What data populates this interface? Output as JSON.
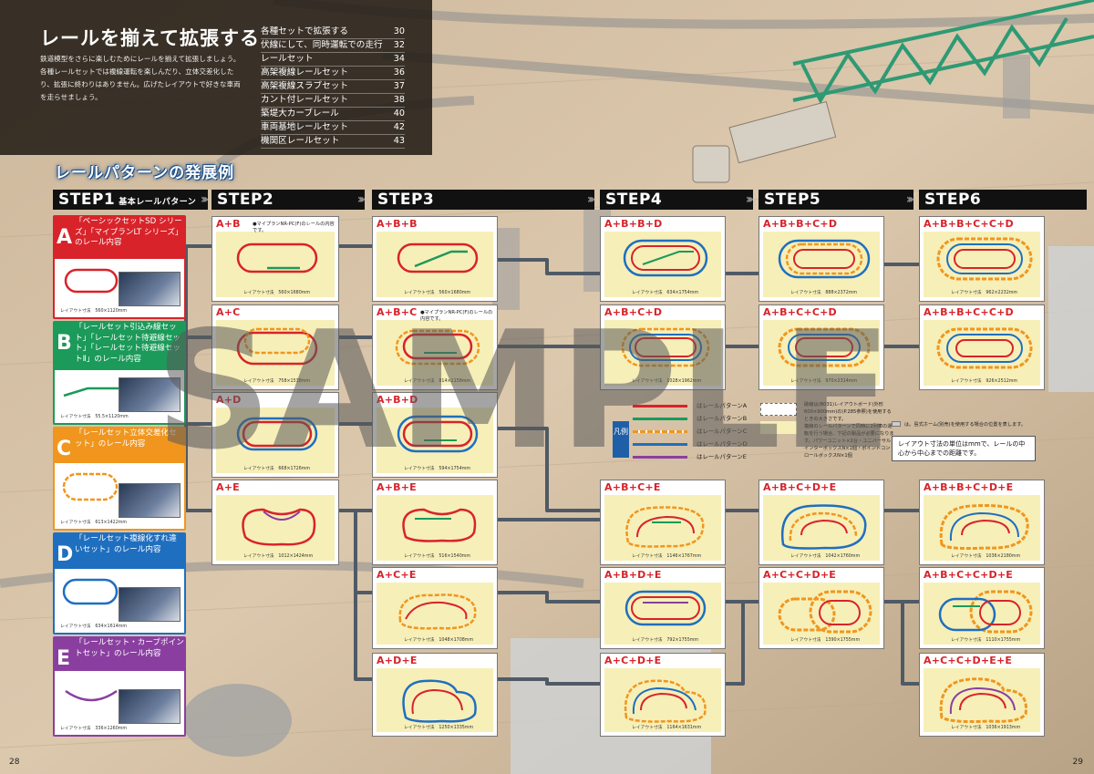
{
  "intro": {
    "title": "レールを揃えて拡張する",
    "text": "鉄道模型をさらに楽しむためにレールを揃えて拡張しましょう。各種レールセットでは複線運転を楽しんだり、立体交差化したり、拡張に終わりはありません。広げたレイアウトで好きな車両を走らせましょう。"
  },
  "toc": [
    {
      "label": "各種セットで拡張する",
      "page": "30"
    },
    {
      "label": "伏線にして、同時運転での走行",
      "page": "32"
    },
    {
      "label": "レールセット",
      "page": "34"
    },
    {
      "label": "高架複線レールセット",
      "page": "36"
    },
    {
      "label": "高架複線スラブセット",
      "page": "37"
    },
    {
      "label": "カント付レールセット",
      "page": "38"
    },
    {
      "label": "築堤大カーブレール",
      "page": "40"
    },
    {
      "label": "車両基地レールセット",
      "page": "42"
    },
    {
      "label": "機関区レールセット",
      "page": "43"
    }
  ],
  "pattern_title": "レールパターンの発展例",
  "steps": [
    {
      "label": "STEP1",
      "sub": "基本レールパターン"
    },
    {
      "label": "STEP2",
      "sub": ""
    },
    {
      "label": "STEP3",
      "sub": ""
    },
    {
      "label": "STEP4",
      "sub": ""
    },
    {
      "label": "STEP5",
      "sub": ""
    },
    {
      "label": "STEP6",
      "sub": ""
    }
  ],
  "bases": [
    {
      "letter": "A",
      "desc": "「ベーシックセットSD シリーズ」「マイプランLT シリーズ」のレール内容",
      "size": "レイアウト寸法　560×1120mm",
      "color": "#d8232a"
    },
    {
      "letter": "B",
      "desc": "「レールセット引込み線セット」「レールセット待避線セット」「レールセット待避線セットⅡ」のレール内容",
      "size": "レイアウト寸法　55.5×1120mm",
      "color": "#1b9a5a"
    },
    {
      "letter": "C",
      "desc": "「レールセット立体交差化セット」のレール内容",
      "size": "レイアウト寸法　613×1422mm",
      "color": "#f0961e"
    },
    {
      "letter": "D",
      "desc": "「レールセット複線化すれ違いセット」のレール内容",
      "size": "レイアウト寸法　634×1614mm",
      "color": "#1f6fc0"
    },
    {
      "letter": "E",
      "desc": "「レールセット・カーブポイントセット」のレール内容",
      "size": "レイアウト寸法　336×1260mm",
      "color": "#8a3fa0"
    }
  ],
  "cards": [
    {
      "label": "A+B",
      "note": "●マイプランNR-PC(F)のレールの内容です。",
      "size": "レイアウト寸法　560×1680mm"
    },
    {
      "label": "A+C",
      "note": "",
      "size": "レイアウト寸法　758×1538mm"
    },
    {
      "label": "A+D",
      "note": "",
      "size": "レイアウト寸法　668×1726mm"
    },
    {
      "label": "A+E",
      "note": "",
      "size": "レイアウト寸法　1012×1424mm"
    },
    {
      "label": "A+B+B",
      "note": "",
      "size": "レイアウト寸法　560×1680mm"
    },
    {
      "label": "A+B+C",
      "note": "●マイプランNR-PC(F)のレールの内容です。",
      "size": "レイアウト寸法　814×2158mm"
    },
    {
      "label": "A+B+D",
      "note": "",
      "size": "レイアウト寸法　594×1754mm"
    },
    {
      "label": "A+B+E",
      "note": "",
      "size": "レイアウト寸法　516×1540mm"
    },
    {
      "label": "A+C+E",
      "note": "",
      "size": "レイアウト寸法　1048×1708mm"
    },
    {
      "label": "A+D+E",
      "note": "",
      "size": "レイアウト寸法　1250×1335mm"
    },
    {
      "label": "A+B+B+D",
      "note": "",
      "size": "レイアウト寸法　634×1754mm"
    },
    {
      "label": "A+B+C+D",
      "note": "",
      "size": "レイアウト寸法　1028×1962mm"
    },
    {
      "label": "A+B+C+E",
      "note": "",
      "size": "レイアウト寸法　1146×1767mm"
    },
    {
      "label": "A+B+D+E",
      "note": "",
      "size": "レイアウト寸法　792×1755mm"
    },
    {
      "label": "A+C+D+E",
      "note": "",
      "size": "レイアウト寸法　1164×1631mm"
    },
    {
      "label": "A+B+B+C+D",
      "note": "",
      "size": "レイアウト寸法　888×2372mm"
    },
    {
      "label": "A+B+C+C+D",
      "note": "",
      "size": "レイアウト寸法　970×2314mm"
    },
    {
      "label": "A+B+C+D+E",
      "note": "",
      "size": "レイアウト寸法　1042×1760mm"
    },
    {
      "label": "A+C+C+D+E",
      "note": "",
      "size": "レイアウト寸法　1390×1755mm"
    },
    {
      "label": "A+B+B+C+C+D",
      "note": "",
      "size": "レイアウト寸法　962×2232mm"
    },
    {
      "label": "A+B+B+C+C+D",
      "note": "",
      "size": "レイアウト寸法　926×2512mm"
    },
    {
      "label": "A+B+B+C+D+E",
      "note": "",
      "size": "レイアウト寸法　1036×2180mm"
    },
    {
      "label": "A+B+C+C+D+E",
      "note": "",
      "size": "レイアウト寸法　1110×1755mm"
    },
    {
      "label": "A+C+C+D+E+E",
      "note": "",
      "size": "レイアウト寸法　1036×1913mm"
    }
  ],
  "legend": {
    "tag": "凡例",
    "rows": [
      "はレールパターンA",
      "はレールパターンB",
      "はレールパターンC",
      "はレールパターンD",
      "はレールパターンE"
    ],
    "note1": "破線は(B031)レイアウトボード(外形600×900mm)の(P.285参照)を使用するときの大きさです。",
    "note2": "複線のレールパターンで同時に2列車の運転を行う場合、下記の製品が必要になります。パワーユニット×2台・ユニバーサルインターボックスN×1個・ポイントコントロールボックスN×1個",
    "note3": "は。島式ホーム(別売)を使用する場合の位置を表します。",
    "mm_box": "レイアウト寸法の単位はmmで、レールの中心から中心までの距離です。"
  },
  "sample": "SAMPLE",
  "page_left": "28",
  "page_right": "29",
  "colors": {
    "A": "#d8232a",
    "B": "#1b9a5a",
    "C": "#f0961e",
    "D": "#1f6fc0",
    "E": "#8a3fa0",
    "step_bg": "#111111",
    "card_inner": "#f7efb8"
  }
}
